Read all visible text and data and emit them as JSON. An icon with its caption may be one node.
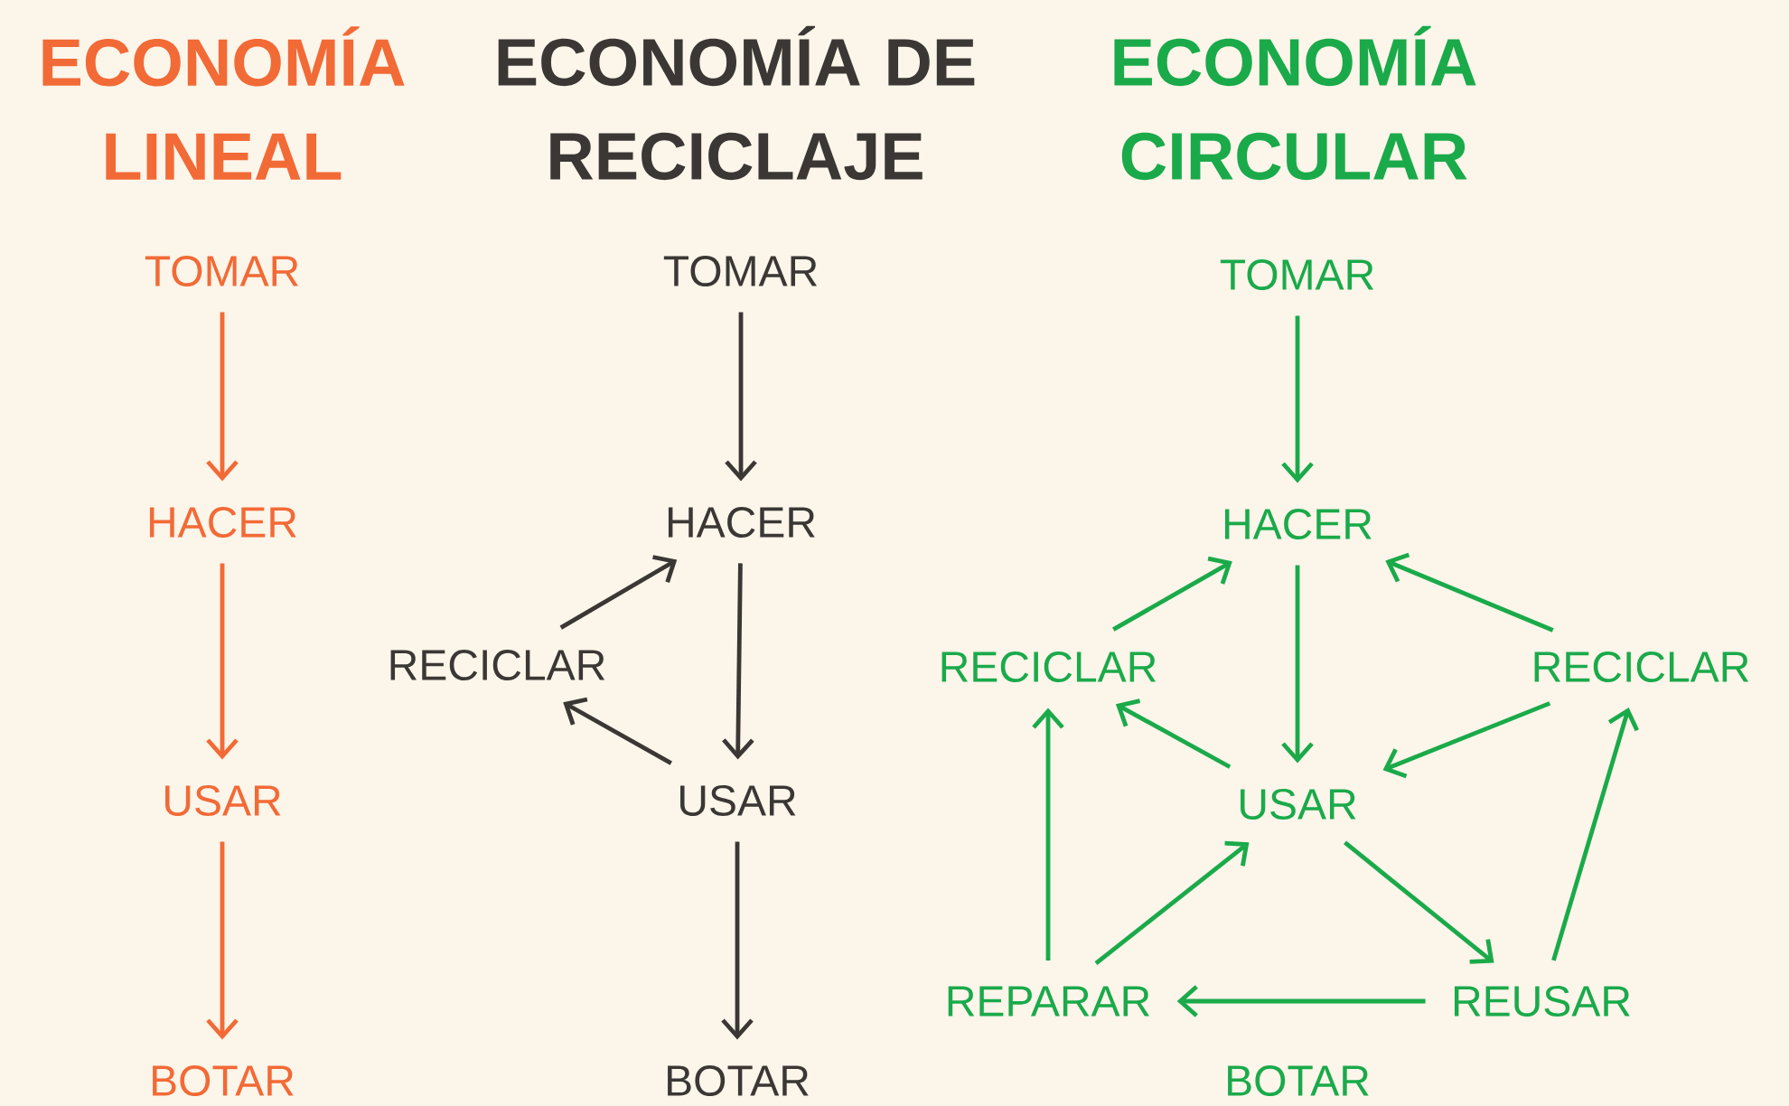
{
  "diagram": {
    "labels": [
      "ECONOMÍA LINEAL",
      "ECONOMÍA DE RECICLAJE",
      "ECONOMÍA CIRCULAR"
    ],
    "nodes": [
      {
        "text": [
          "TOMAR"
        ]
      },
      {
        "text": [
          "HACER"
        ]
      },
      {
        "text": [
          "USAR"
        ]
      },
      {
        "text": [
          "BOTAR"
        ]
      },
      {
        "text": [
          "TOMAR"
        ]
      },
      {
        "text": [
          "HACER"
        ]
      },
      {
        "text": [
          "RECICLAR"
        ]
      },
      {
        "text": [
          "USAR"
        ]
      },
      {
        "text": [
          "BOTAR"
        ]
      },
      {
        "text": [
          "TOMAR"
        ]
      },
      {
        "text": [
          "HACER"
        ]
      },
      {
        "text": [
          "RECICLAR"
        ]
      },
      {
        "text": [
          "RECICLAR"
        ]
      },
      {
        "text": [
          "USAR"
        ]
      },
      {
        "text": [
          "REPARAR"
        ]
      },
      {
        "text": [
          "REUSAR"
        ]
      },
      {
        "text": [
          "BOTAR"
        ]
      }
    ],
    "edges": [
      {
        "from": 0,
        "to": 1,
        "arrow": "to",
        "color": "#f26a36"
      },
      {
        "from": 1,
        "to": 2,
        "arrow": "to",
        "color": "#f26a36"
      },
      {
        "from": 2,
        "to": 3,
        "arrow": "to",
        "color": "#f26a36"
      },
      {
        "from": 4,
        "to": 5,
        "arrow": "to",
        "color": "#3b3734"
      },
      {
        "from": 5,
        "to": 7,
        "arrow": "to",
        "color": "#3b3734"
      },
      {
        "from": 7,
        "to": 8,
        "arrow": "to",
        "color": "#3b3734"
      },
      {
        "from": 7,
        "to": 6,
        "arrow": "to",
        "color": "#3b3734"
      },
      {
        "from": 6,
        "to": 5,
        "arrow": "to",
        "color": "#3b3734"
      },
      {
        "from": 9,
        "to": 10,
        "arrow": "to"
      },
      {
        "from": 10,
        "to": 13,
        "arrow": "to"
      },
      {
        "from": 13,
        "to": 11,
        "arrow": "to"
      },
      {
        "from": 11,
        "to": 10,
        "arrow": "to"
      },
      {
        "from": 12,
        "to": 10,
        "arrow": "to"
      },
      {
        "from": 12,
        "to": 13,
        "arrow": "to"
      },
      {
        "from": 14,
        "to": 11,
        "arrow": "to"
      },
      {
        "from": 14,
        "to": 13,
        "arrow": "to"
      },
      {
        "from": 13,
        "to": 15,
        "arrow": "to"
      },
      {
        "from": 15,
        "to": 12,
        "arrow": "to"
      },
      {
        "from": 15,
        "to": 14,
        "arrow": "to"
      }
    ]
  }
}
